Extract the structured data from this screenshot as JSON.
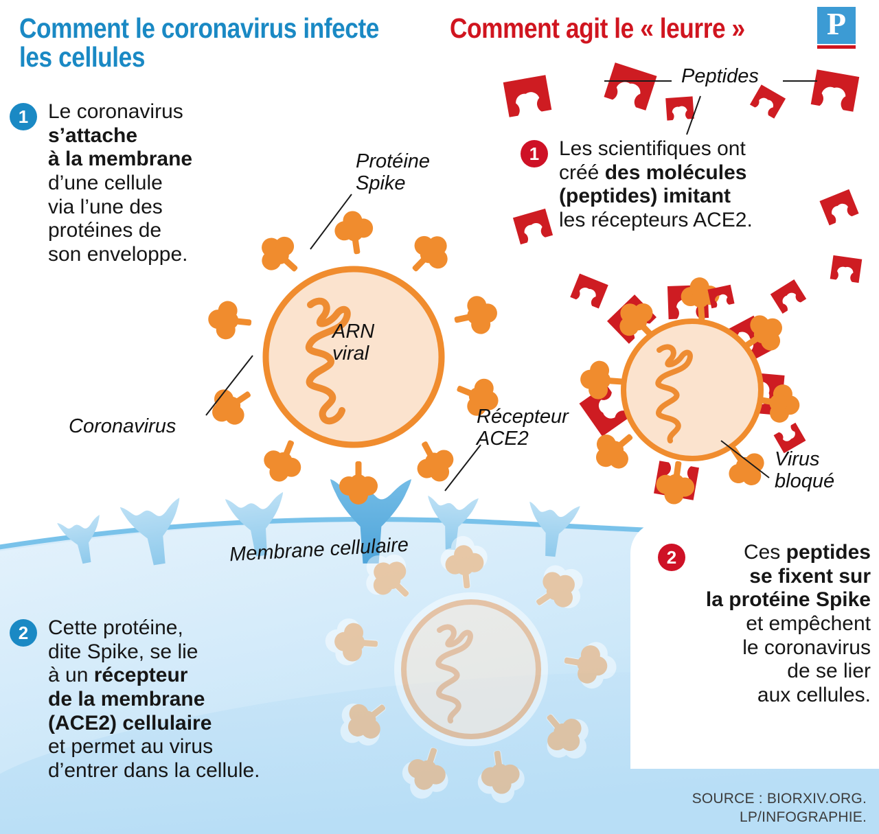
{
  "titles": {
    "left": "Comment le coronavirus infecte les cellules",
    "right": "Comment agit le « leurre »"
  },
  "logo": {
    "name": "le-parisien-logo",
    "letter": "P",
    "square_color": "#3C9BD4",
    "bar_color": "#D0151F"
  },
  "colors": {
    "blue_accent": "#1A89C4",
    "red_accent": "#D0151F",
    "badge_red": "#CE1126",
    "virus_orange": "#F08C2E",
    "virus_fill": "#FBE3CE",
    "peptide_red": "#CE1C22",
    "membrane_blue": "#CFE8F7",
    "receptor_blue": "#A8D6F0",
    "receptor_blue_dark": "#5BAEDC",
    "text_black": "#161616"
  },
  "steps": {
    "left": [
      {
        "number": "1",
        "badge_color": "blue",
        "parts": [
          {
            "text": "Le coronavirus\n",
            "bold": false
          },
          {
            "text": "s’attache\nà la membrane\n",
            "bold": true
          },
          {
            "text": "d’une cellule\nvia l’une des\nprotéines de\nson enveloppe.",
            "bold": false
          }
        ]
      },
      {
        "number": "2",
        "badge_color": "blue",
        "parts": [
          {
            "text": "Cette protéine,\ndite Spike, se lie\nà un ",
            "bold": false
          },
          {
            "text": "récepteur\nde la membrane\n(ACE2) cellulaire\n",
            "bold": true
          },
          {
            "text": "et permet au virus\nd’entrer dans la cellule.",
            "bold": false
          }
        ]
      }
    ],
    "right": [
      {
        "number": "1",
        "badge_color": "red",
        "parts": [
          {
            "text": "Les scientifiques ont\ncréé ",
            "bold": false
          },
          {
            "text": "des molécules\n(peptides) imitant\n",
            "bold": true
          },
          {
            "text": "les récepteurs ACE2.",
            "bold": false
          }
        ]
      },
      {
        "number": "2",
        "badge_color": "red",
        "parts": [
          {
            "text": "Ces ",
            "bold": false
          },
          {
            "text": "peptides\nse fixent sur\nla protéine Spike\n",
            "bold": true
          },
          {
            "text": "et empêchent\nle coronavirus\nde se lier\naux cellules.",
            "bold": false
          }
        ]
      }
    ]
  },
  "callouts": {
    "proteine_spike": "Protéine\nSpike",
    "arn_viral": "ARN\nviral",
    "coronavirus": "Coronavirus",
    "recepteur_ace2": "Récepteur\nACE2",
    "membrane_cellulaire": "Membrane cellulaire",
    "peptides": "Peptides",
    "virus_bloque": "Virus\nbloqué"
  },
  "source": {
    "line1": "SOURCE : BIORXIV.ORG.",
    "line2": "LP/INFOGRAPHIE."
  }
}
